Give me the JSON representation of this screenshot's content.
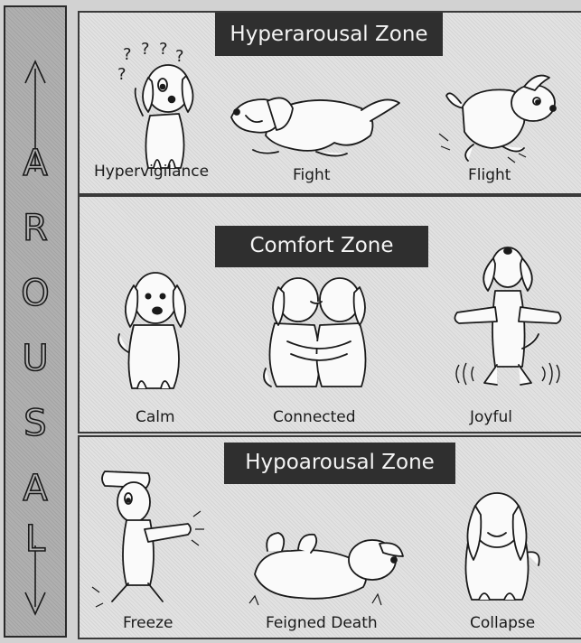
{
  "axis": {
    "label_letters": [
      "A",
      "R",
      "O",
      "U",
      "S",
      "A",
      "L"
    ],
    "direction": "bidirectional-vertical-arrow"
  },
  "zones": [
    {
      "title": "Hyperarousal Zone",
      "states": [
        {
          "label": "Hypervigilance",
          "icon": "confused-dog-icon"
        },
        {
          "label": "Fight",
          "icon": "growling-dog-icon"
        },
        {
          "label": "Flight",
          "icon": "running-dog-icon"
        }
      ]
    },
    {
      "title": "Comfort Zone",
      "states": [
        {
          "label": "Calm",
          "icon": "sitting-dog-icon"
        },
        {
          "label": "Connected",
          "icon": "hugging-dogs-icon"
        },
        {
          "label": "Joyful",
          "icon": "dancing-dog-icon"
        }
      ]
    },
    {
      "title": "Hypoarousal Zone",
      "states": [
        {
          "label": "Freeze",
          "icon": "frozen-dog-icon"
        },
        {
          "label": "Feigned Death",
          "icon": "lying-dog-icon"
        },
        {
          "label": "Collapse",
          "icon": "slumped-dog-icon"
        }
      ]
    }
  ],
  "colors": {
    "title_bar": "#2f2f2f",
    "title_text": "#f4f4f4",
    "panel": "#dcdcdc",
    "axis": "#a9a9a9"
  }
}
